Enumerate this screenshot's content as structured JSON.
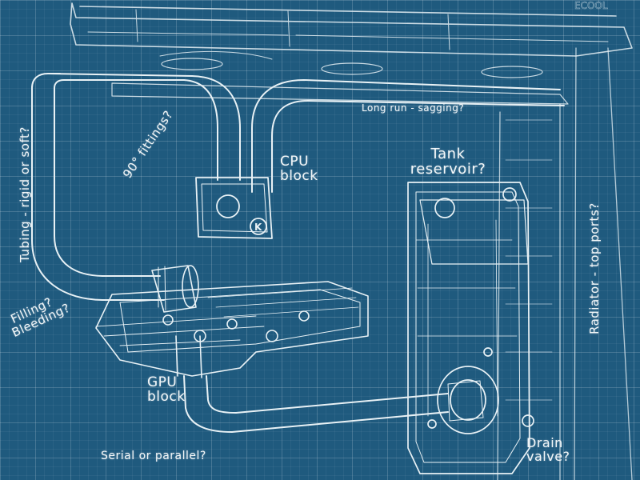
{
  "annotations": {
    "long_run": "Long run - sagging?",
    "cpu_block": [
      "CPU",
      "block"
    ],
    "tank_reservoir": [
      "Tank",
      "reservoir?"
    ],
    "fittings_90": "90° fittings?",
    "tubing": "Tubing - rigid or soft?",
    "radiator": "Radiator - top ports?",
    "filling_bleeding": [
      "Filling?",
      "Bleeding?"
    ],
    "gpu_block": [
      "GPU",
      "block"
    ],
    "serial_parallel": "Serial or parallel?",
    "drain_valve": [
      "Drain",
      "valve?"
    ],
    "brand_mark": "ECOOL"
  },
  "colors": {
    "background": "#1f5a7e",
    "line": "#e8f1f5"
  }
}
